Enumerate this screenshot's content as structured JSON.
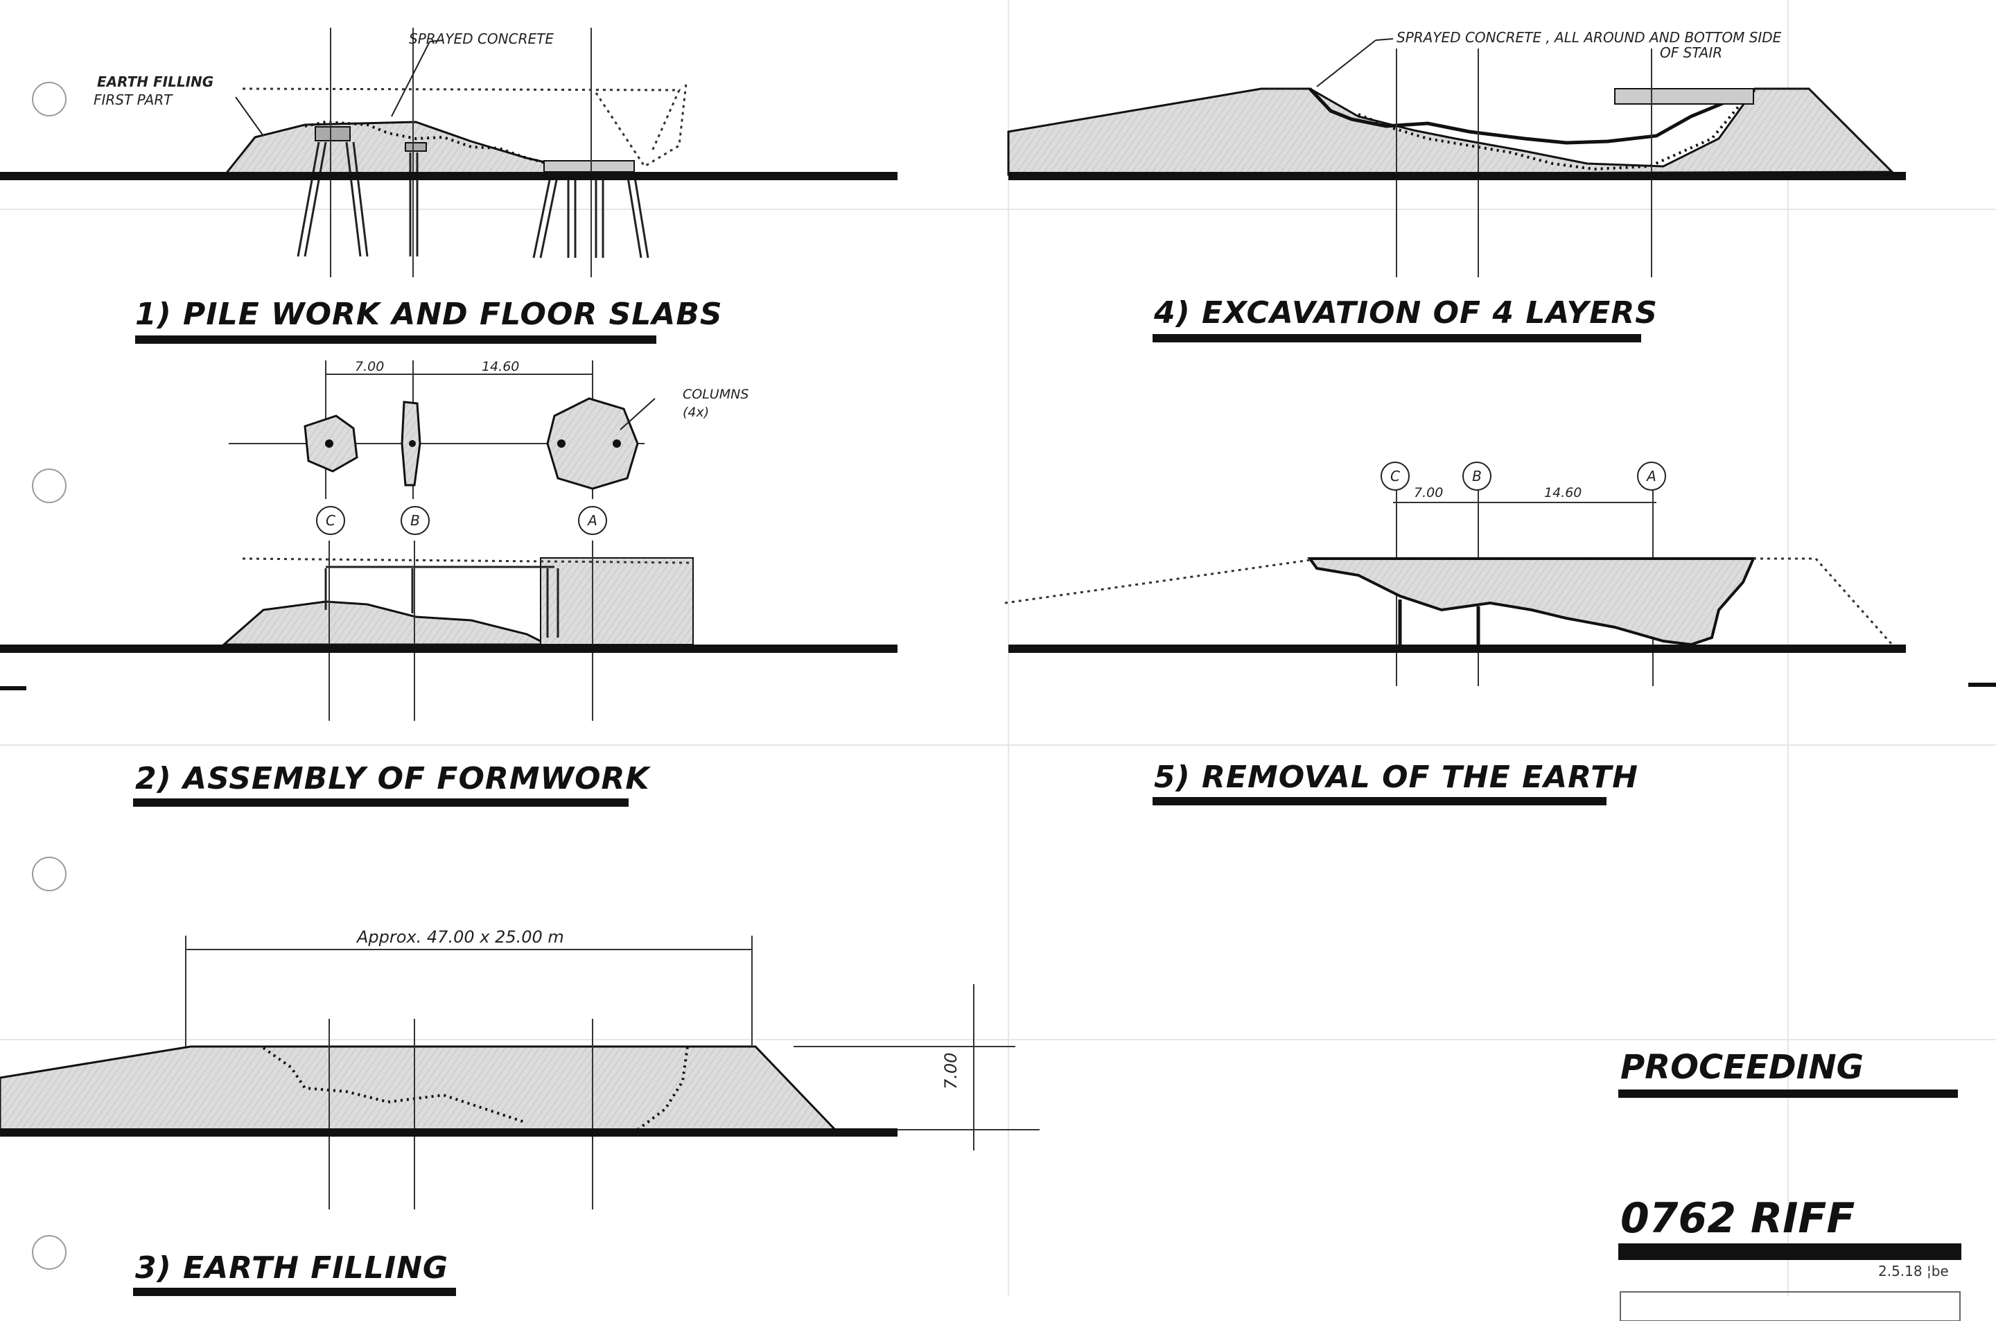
{
  "steps": [
    {
      "title": "1) PILE WORK  AND FLOOR SLABS",
      "notes": {
        "earth_filling": "EARTH  FILLING",
        "first_part": "FIRST  PART",
        "sprayed": "SPRAYED  CONCRETE"
      }
    },
    {
      "title": "2) ASSEMBLY  OF  FORMWORK",
      "dims": {
        "d1": "7.00",
        "d2": "14.60"
      },
      "columns_note": "COLUMNS",
      "columns_count": "(4x)"
    },
    {
      "title": "3) EARTH  FILLING",
      "dims": {
        "overall": "Approx.  47.00 x 25.00 m",
        "height": "7.00"
      }
    },
    {
      "title": "4) EXCAVATION  OF  4 LAYERS",
      "notes": {
        "sprayed_all": "SPRAYED  CONCRETE ,  ALL  AROUND  AND  BOTTOM  SIDE",
        "of_stair": "OF  STAIR"
      }
    },
    {
      "title": "5) REMOVAL  OF  THE  EARTH",
      "dims": {
        "d1": "7.00",
        "d2": "14.60"
      }
    }
  ],
  "grid_labels": {
    "c": "C",
    "b": "B",
    "a": "A"
  },
  "sheet": {
    "heading": "PROCEEDING",
    "project": "0762 RIFF",
    "date": "2.5.18 ¦be"
  },
  "colors": {
    "ink": "#111111",
    "fill": "#d8d8d8",
    "paper": "#ffffff"
  }
}
